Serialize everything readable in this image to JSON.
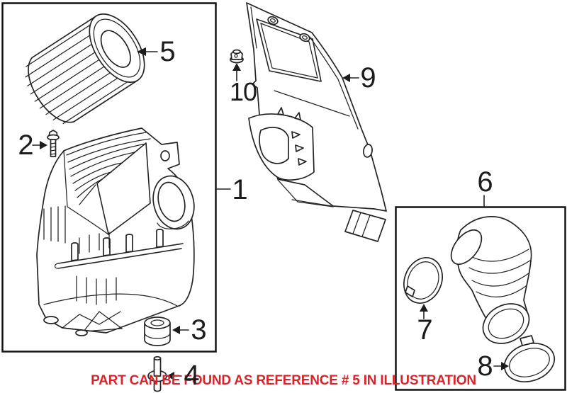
{
  "illustration": {
    "type": "auto-parts-line-illustration",
    "background_color": "#ffffff",
    "line_color": "#232323",
    "caption": {
      "text": "PART CAN BE FOUND AS REFERENCE # 5 IN ILLUSTRATION",
      "color": "#d8232a"
    },
    "callouts": [
      {
        "number": "1"
      },
      {
        "number": "2"
      },
      {
        "number": "3"
      },
      {
        "number": "4"
      },
      {
        "number": "5"
      },
      {
        "number": "6"
      },
      {
        "number": "7"
      },
      {
        "number": "8"
      },
      {
        "number": "9"
      },
      {
        "number": "10"
      }
    ]
  }
}
